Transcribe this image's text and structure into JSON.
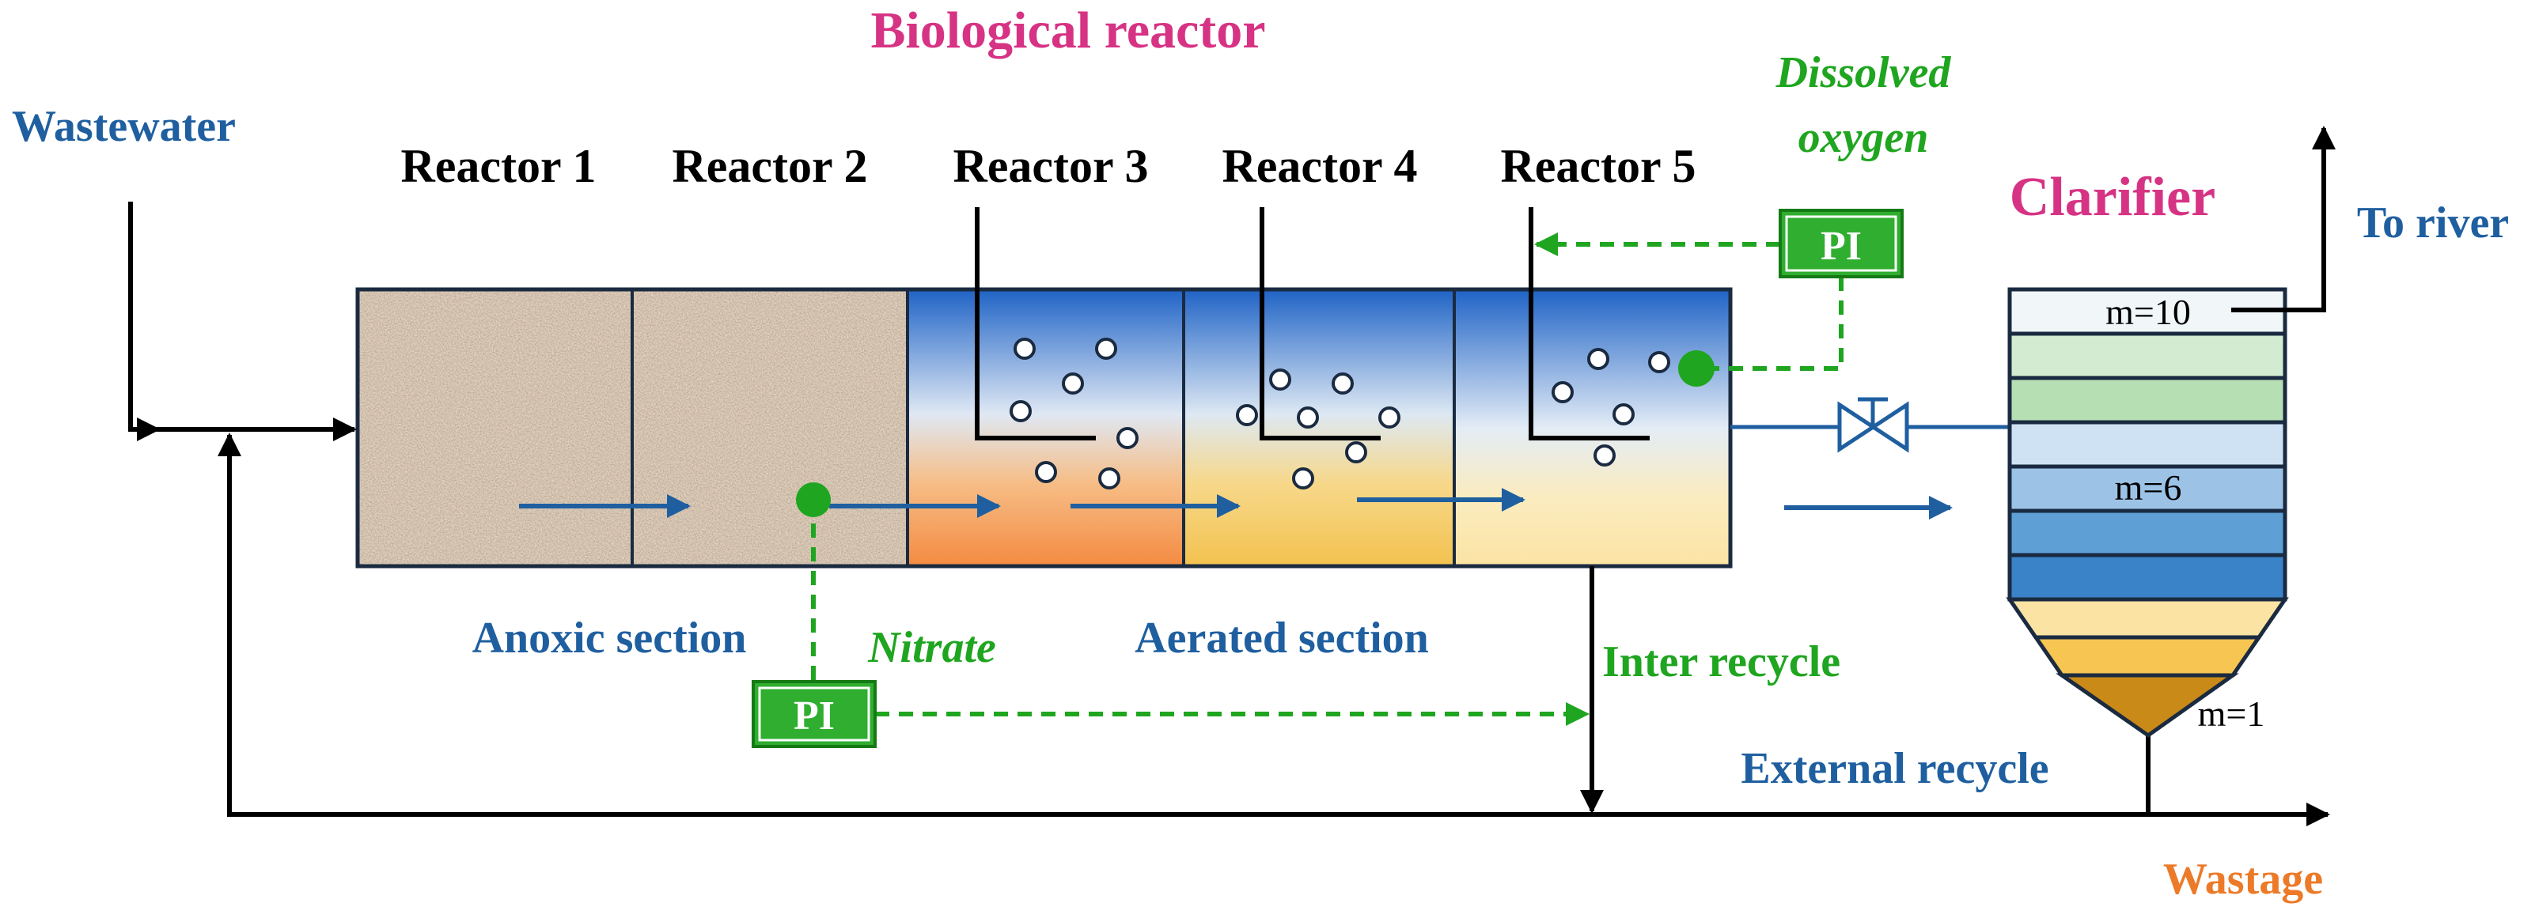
{
  "title": "Biological reactor",
  "reactors": [
    "Reactor 1",
    "Reactor 2",
    "Reactor 3",
    "Reactor 4",
    "Reactor 5"
  ],
  "clarifier": {
    "title": "Clarifier",
    "layers": [
      "m=10",
      "m=6",
      "m=1"
    ]
  },
  "streams": {
    "wastewater": "Wastewater",
    "to_river": "To river",
    "inter_recycle": "Inter recycle",
    "external_recycle": "External recycle",
    "wastage": "Wastage"
  },
  "sections": {
    "anoxic": "Anoxic section",
    "aerated": "Aerated section"
  },
  "controllers": {
    "do": {
      "label": "PI",
      "signal": "Dissolved oxygen",
      "signal_lines": [
        "Dissolved",
        "oxygen"
      ]
    },
    "nitrate": {
      "label": "PI",
      "signal": "Nitrate"
    }
  },
  "colors": {
    "title": "#d63384",
    "flow_blue": "#1f5fa0",
    "control_green": "#1fa51f",
    "pi_fill": "#2fae2f",
    "wastage": "#ec7a28",
    "line": "#000000"
  }
}
